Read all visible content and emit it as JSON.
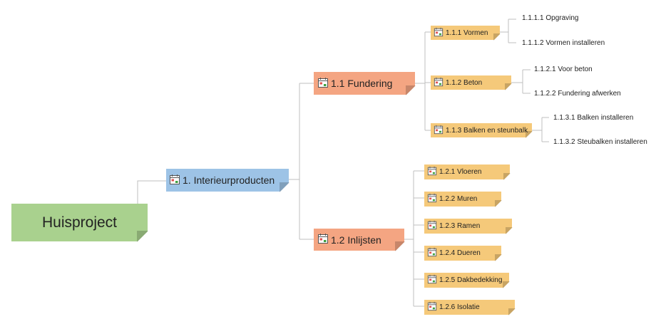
{
  "root": {
    "label": "Huisproject"
  },
  "level1": {
    "label": "1. Interieurproducten"
  },
  "fundering": {
    "label": "1.1 Fundering",
    "children": [
      {
        "label": "1.1.1 Vormen",
        "leaves": [
          "1.1.1.1 Opgraving",
          "1.1.1.2 Vormen installeren"
        ]
      },
      {
        "label": "1.1.2 Beton",
        "leaves": [
          "1.1.2.1 Voor beton",
          "1.1.2.2 Fundering afwerken"
        ]
      },
      {
        "label": "1.1.3 Balken en steunbalk",
        "leaves": [
          "1.1.3.1 Balken installeren",
          "1.1.3.2 Steubalken installeren"
        ]
      }
    ]
  },
  "inlijsten": {
    "label": "1.2 Inlijsten",
    "children": [
      {
        "label": "1.2.1 Vloeren"
      },
      {
        "label": "1.2.2 Muren"
      },
      {
        "label": "1.2.3 Ramen"
      },
      {
        "label": "1.2.4 Dueren"
      },
      {
        "label": "1.2.5 Dakbedekking"
      },
      {
        "label": "1.2.6 Isolatie"
      }
    ]
  },
  "colors": {
    "root": "#a9d18e",
    "level1": "#9dc3e6",
    "level2": "#f4a582",
    "level3": "#f5c97a",
    "line": "#bfbfbf",
    "icon_stroke": "#555555",
    "icon_red": "#e05050",
    "icon_green": "#40a040"
  },
  "icons": {
    "task": "calendar-icon"
  }
}
